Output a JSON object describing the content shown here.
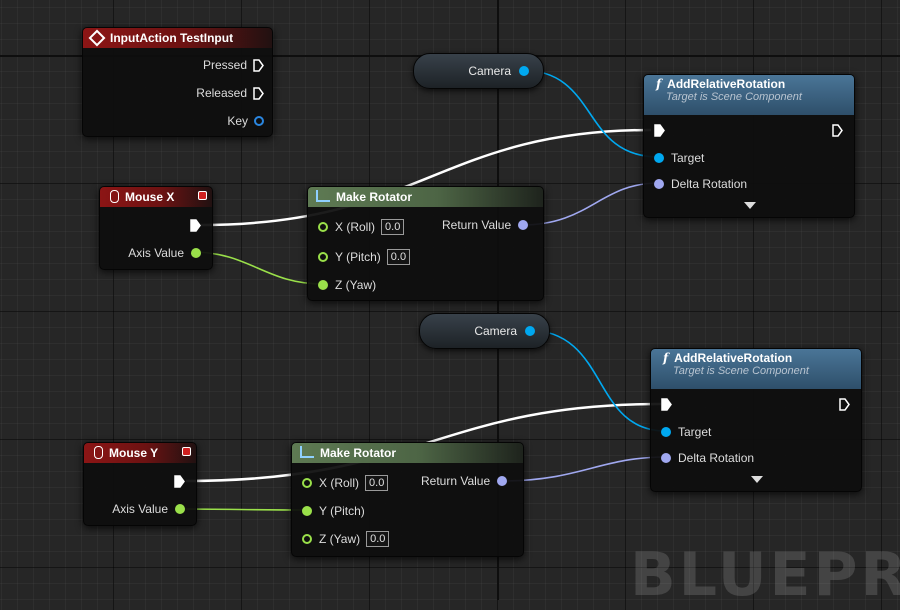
{
  "watermark": "BLUEPRINT",
  "colors": {
    "exec": "#ffffff",
    "object": "#00a8f0",
    "float": "#9ae04a",
    "rotator": "#a0a8f0",
    "event_header": "#8c1515",
    "pure_header": "#5e7a53",
    "function_header": "#3d6482"
  },
  "input_action": {
    "title": "InputAction TestInput",
    "icon": "diamond-event-icon",
    "pins": {
      "pressed": "Pressed",
      "released": "Released",
      "key": "Key"
    }
  },
  "mouse_x": {
    "title": "Mouse X",
    "icon": "mouse-icon",
    "axis_value": "Axis Value"
  },
  "mouse_y": {
    "title": "Mouse Y",
    "icon": "mouse-icon",
    "axis_value": "Axis Value"
  },
  "make_rotator_1": {
    "title": "Make Rotator",
    "x_label": "X (Roll)",
    "x_value": "0.0",
    "y_label": "Y (Pitch)",
    "y_value": "0.0",
    "z_label": "Z (Yaw)",
    "return_value": "Return Value"
  },
  "make_rotator_2": {
    "title": "Make Rotator",
    "x_label": "X (Roll)",
    "x_value": "0.0",
    "y_label": "Y (Pitch)",
    "z_label": "Z (Yaw)",
    "z_value": "0.0",
    "return_value": "Return Value"
  },
  "camera_1": {
    "label": "Camera"
  },
  "camera_2": {
    "label": "Camera"
  },
  "add_rotation_1": {
    "title": "AddRelativeRotation",
    "subtitle": "Target is Scene Component",
    "target": "Target",
    "delta": "Delta Rotation"
  },
  "add_rotation_2": {
    "title": "AddRelativeRotation",
    "subtitle": "Target is Scene Component",
    "target": "Target",
    "delta": "Delta Rotation"
  }
}
